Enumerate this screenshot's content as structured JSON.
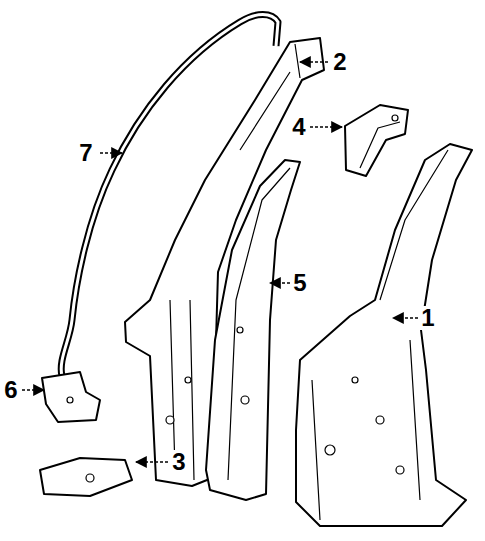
{
  "diagram": {
    "labels": [
      "2",
      "4",
      "7",
      "5",
      "1",
      "6",
      "3"
    ]
  }
}
